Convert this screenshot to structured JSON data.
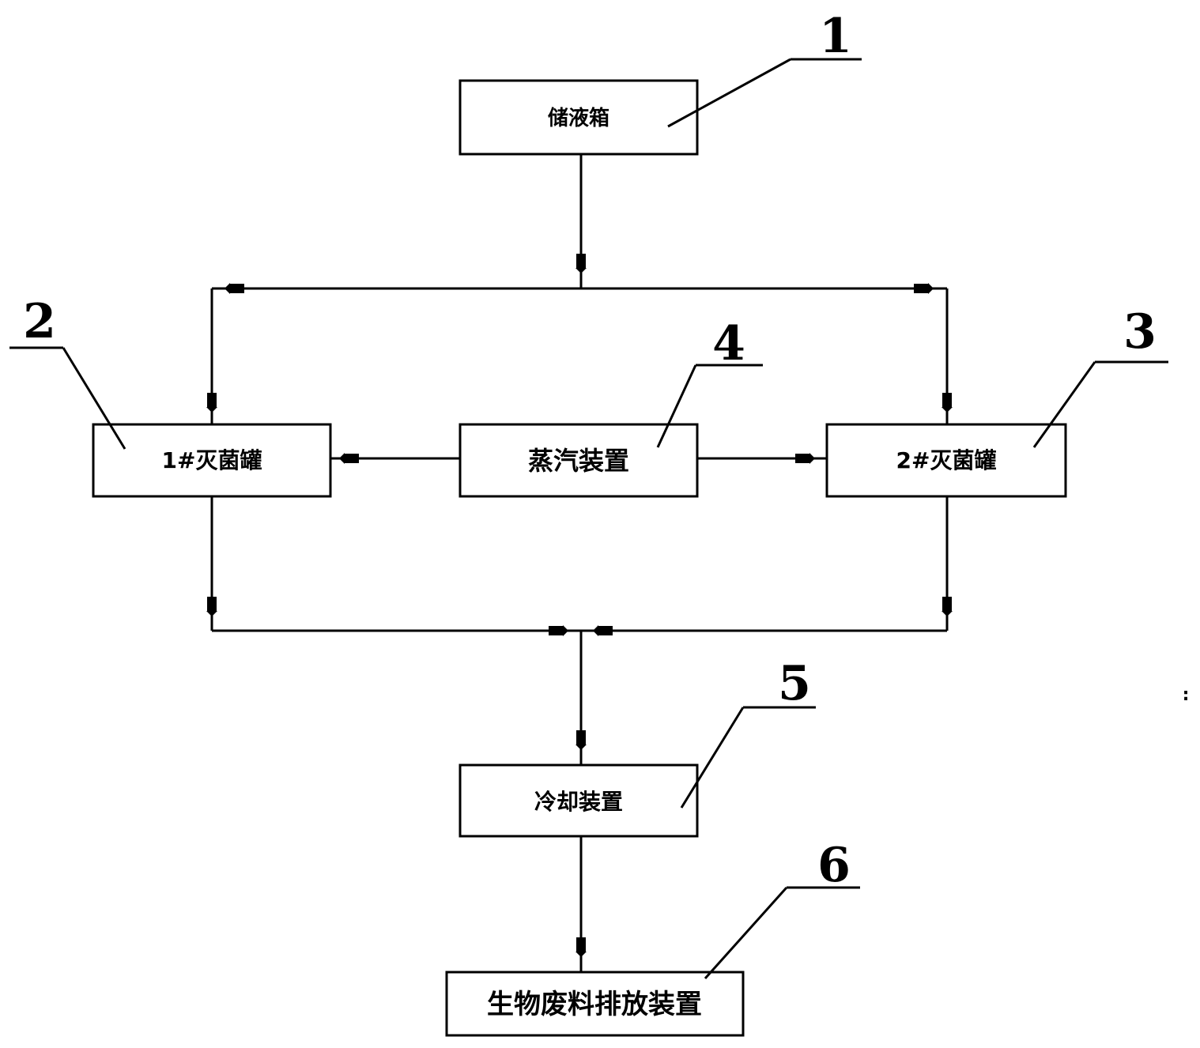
{
  "boxes": {
    "tank": "储液箱",
    "sterilizer1": "1#灭菌罐",
    "steam": "蒸汽装置",
    "sterilizer2": "2#灭菌罐",
    "cooling": "冷却装置",
    "discharge": "生物废料排放装置"
  },
  "callouts": {
    "c1": "1",
    "c2": "2",
    "c3": "3",
    "c4": "4",
    "c5": "5",
    "c6": "6"
  },
  "stray_mark": ":"
}
